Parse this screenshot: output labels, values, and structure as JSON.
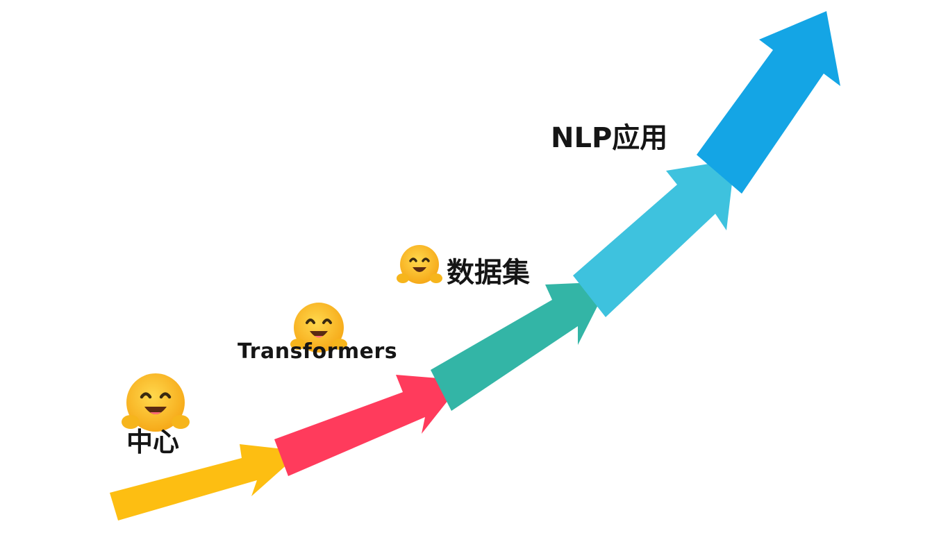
{
  "steps": [
    {
      "id": "hub",
      "label": "中心",
      "color": "#FDBE12",
      "has_emoji": true
    },
    {
      "id": "transformers",
      "label": "Transformers",
      "color": "#FF3B5C",
      "has_emoji": true
    },
    {
      "id": "datasets",
      "label": "数据集",
      "color": "#33B5A6",
      "has_emoji": true
    },
    {
      "id": "apps",
      "label": "",
      "color": "#3EC2DE",
      "has_emoji": false
    },
    {
      "id": "nlp",
      "label": "NLP应用",
      "color": "#14A5E5",
      "has_emoji": false
    }
  ],
  "emoji_icon": "hugging-face-icon"
}
